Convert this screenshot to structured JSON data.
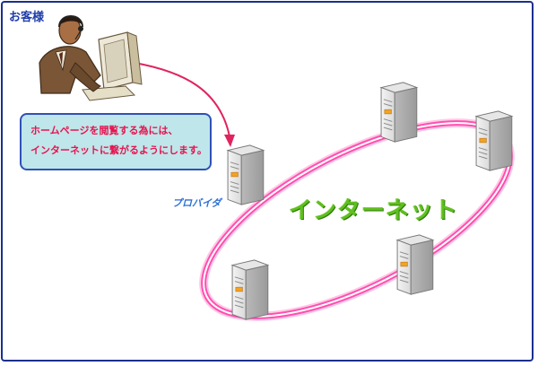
{
  "labels": {
    "customer": "お客様",
    "provider": "プロバイダ",
    "internet": "インターネット"
  },
  "callout": {
    "line1": "ホームページを閲覧する為には、",
    "line2": "インターネットに繋がるようにします。"
  },
  "colors": {
    "frame": "#1a2f8f",
    "ring": "#ff4fb0",
    "arrow": "#e0245e",
    "callout_bg": "#bfe6ea",
    "callout_text": "#e8134f",
    "internet_text": "#5fbf1f",
    "provider_text": "#2b6fd6",
    "customer_text": "#1f3da8"
  },
  "icons": [
    "person-at-computer-icon",
    "server-icon"
  ]
}
